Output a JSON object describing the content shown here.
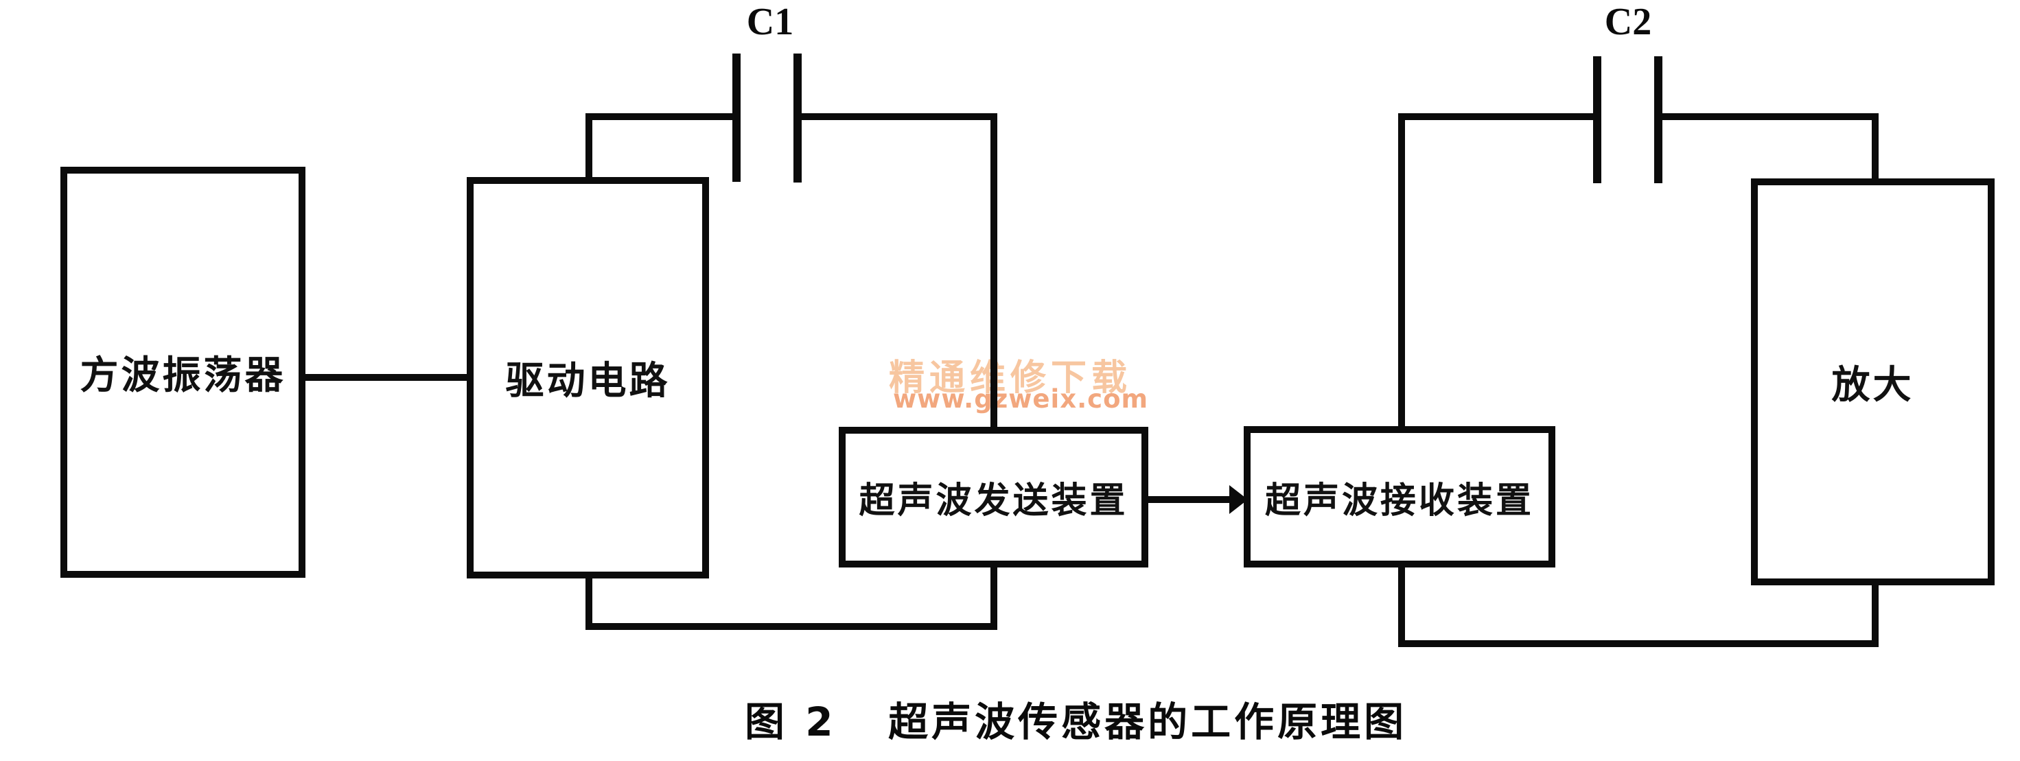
{
  "figure": {
    "caption": "图 2   超声波传感器的工作原理图"
  },
  "diagram": {
    "type": "block-circuit-diagram",
    "boxes": [
      {
        "id": "square-wave-oscillator",
        "label": "方波振荡器"
      },
      {
        "id": "drive-circuit",
        "label": "驱动电路"
      },
      {
        "id": "ultrasonic-transmitter",
        "label": "超声波发送装置"
      },
      {
        "id": "ultrasonic-receiver",
        "label": "超声波接收装置"
      },
      {
        "id": "amplifier",
        "label": "放大"
      }
    ],
    "capacitors": [
      {
        "label": "C1"
      },
      {
        "label": "C2"
      }
    ],
    "arrow": {
      "from": "ultrasonic-transmitter",
      "to": "ultrasonic-receiver"
    },
    "line_color": "#0b0b0b",
    "background_color": "#ffffff"
  },
  "watermark": {
    "line1": "精通维修下载",
    "line2": "www.gzweix.com",
    "line1_color": "#f7c6a0",
    "line2_color": "#f2a77e"
  }
}
